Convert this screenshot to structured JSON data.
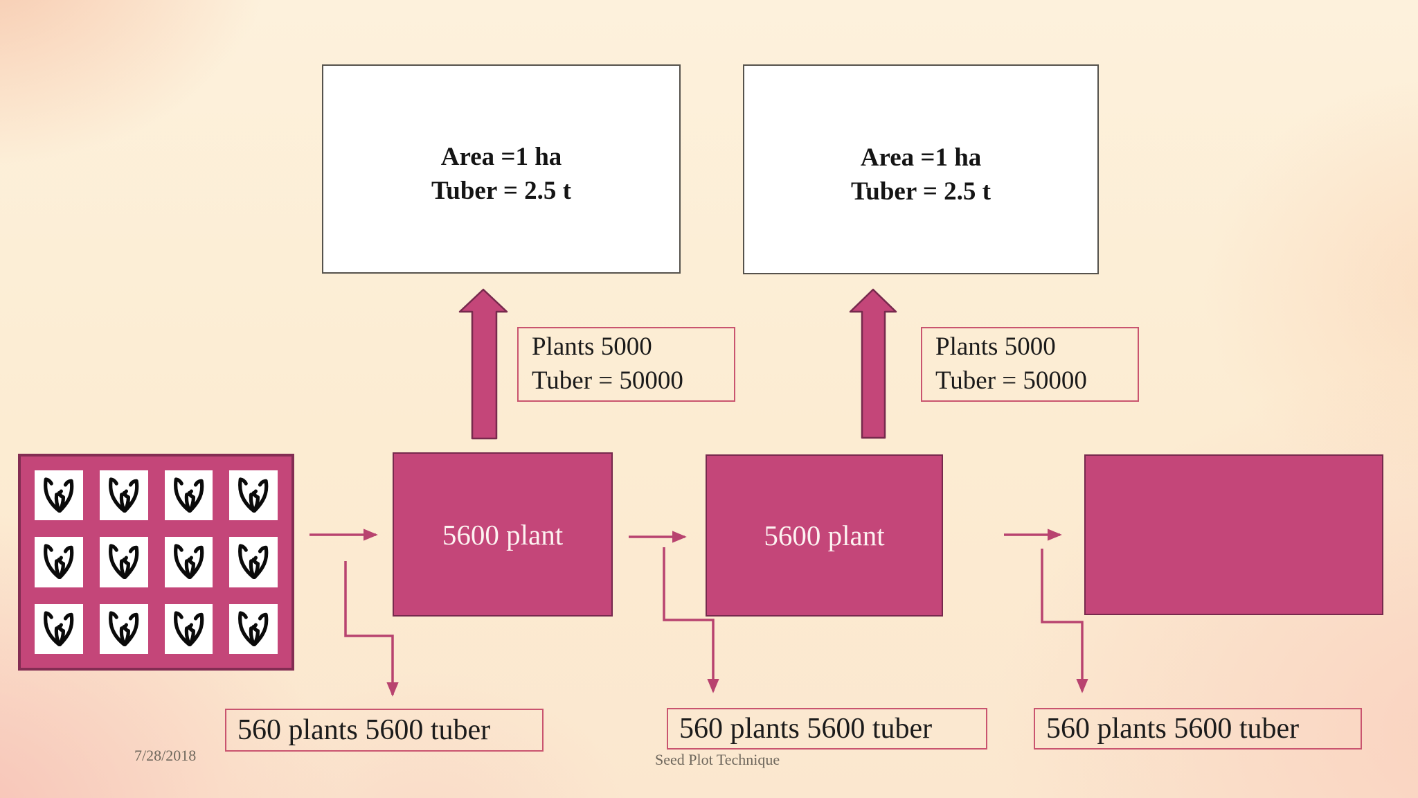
{
  "slide": {
    "date": "7/28/2018",
    "footer_title": "Seed Plot Technique"
  },
  "yield_boxes": [
    {
      "line1": "Area =1 ha",
      "line2": "Tuber = 2.5 t"
    },
    {
      "line1": "Area =1 ha",
      "line2": "Tuber = 2.5 t"
    }
  ],
  "rate_boxes": [
    {
      "line1": "Plants 5000",
      "line2": "Tuber = 50000"
    },
    {
      "line1": "Plants 5000",
      "line2": "Tuber = 50000"
    }
  ],
  "plant_boxes": [
    {
      "label": "5600 plant"
    },
    {
      "label": "5600 plant"
    },
    {
      "label": ""
    }
  ],
  "harvest_boxes": [
    {
      "label": "560 plants 5600 tuber"
    },
    {
      "label": "560 plants 5600 tuber"
    },
    {
      "label": "560 plants 5600 tuber"
    }
  ],
  "seed_grid": {
    "rows": 3,
    "cols": 4,
    "icon": "sprout-icon"
  },
  "colors": {
    "magenta_fill": "#c44679",
    "magenta_border": "#77294d",
    "connector": "#b8436f",
    "light_box_border": "#c9546f",
    "white_box_border": "#55524c"
  }
}
